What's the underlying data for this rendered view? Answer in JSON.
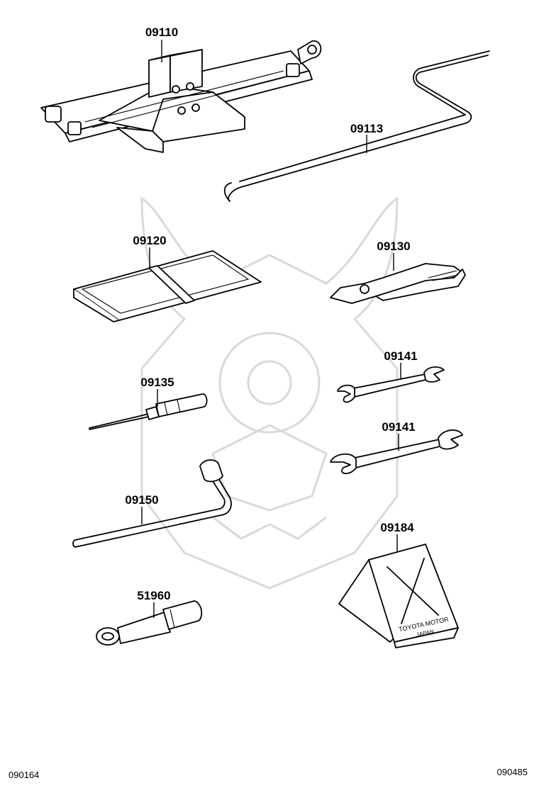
{
  "parts": [
    {
      "id": "jack",
      "number": "09110"
    },
    {
      "id": "jack-handle",
      "number": "09113"
    },
    {
      "id": "tool-bag",
      "number": "09120"
    },
    {
      "id": "pliers",
      "number": "09130"
    },
    {
      "id": "screwdriver",
      "number": "09135"
    },
    {
      "id": "wrench-small",
      "number": "09141"
    },
    {
      "id": "wrench-large",
      "number": "09141"
    },
    {
      "id": "lug-wrench",
      "number": "09150"
    },
    {
      "id": "wheel-chock",
      "number": "09184"
    },
    {
      "id": "towing-eye",
      "number": "51960"
    }
  ],
  "chock_markings": {
    "line1": "TOYOTA MOTOR",
    "line2": "JAPAN"
  },
  "footer": {
    "left_code": "090164",
    "right_code": "090485"
  }
}
